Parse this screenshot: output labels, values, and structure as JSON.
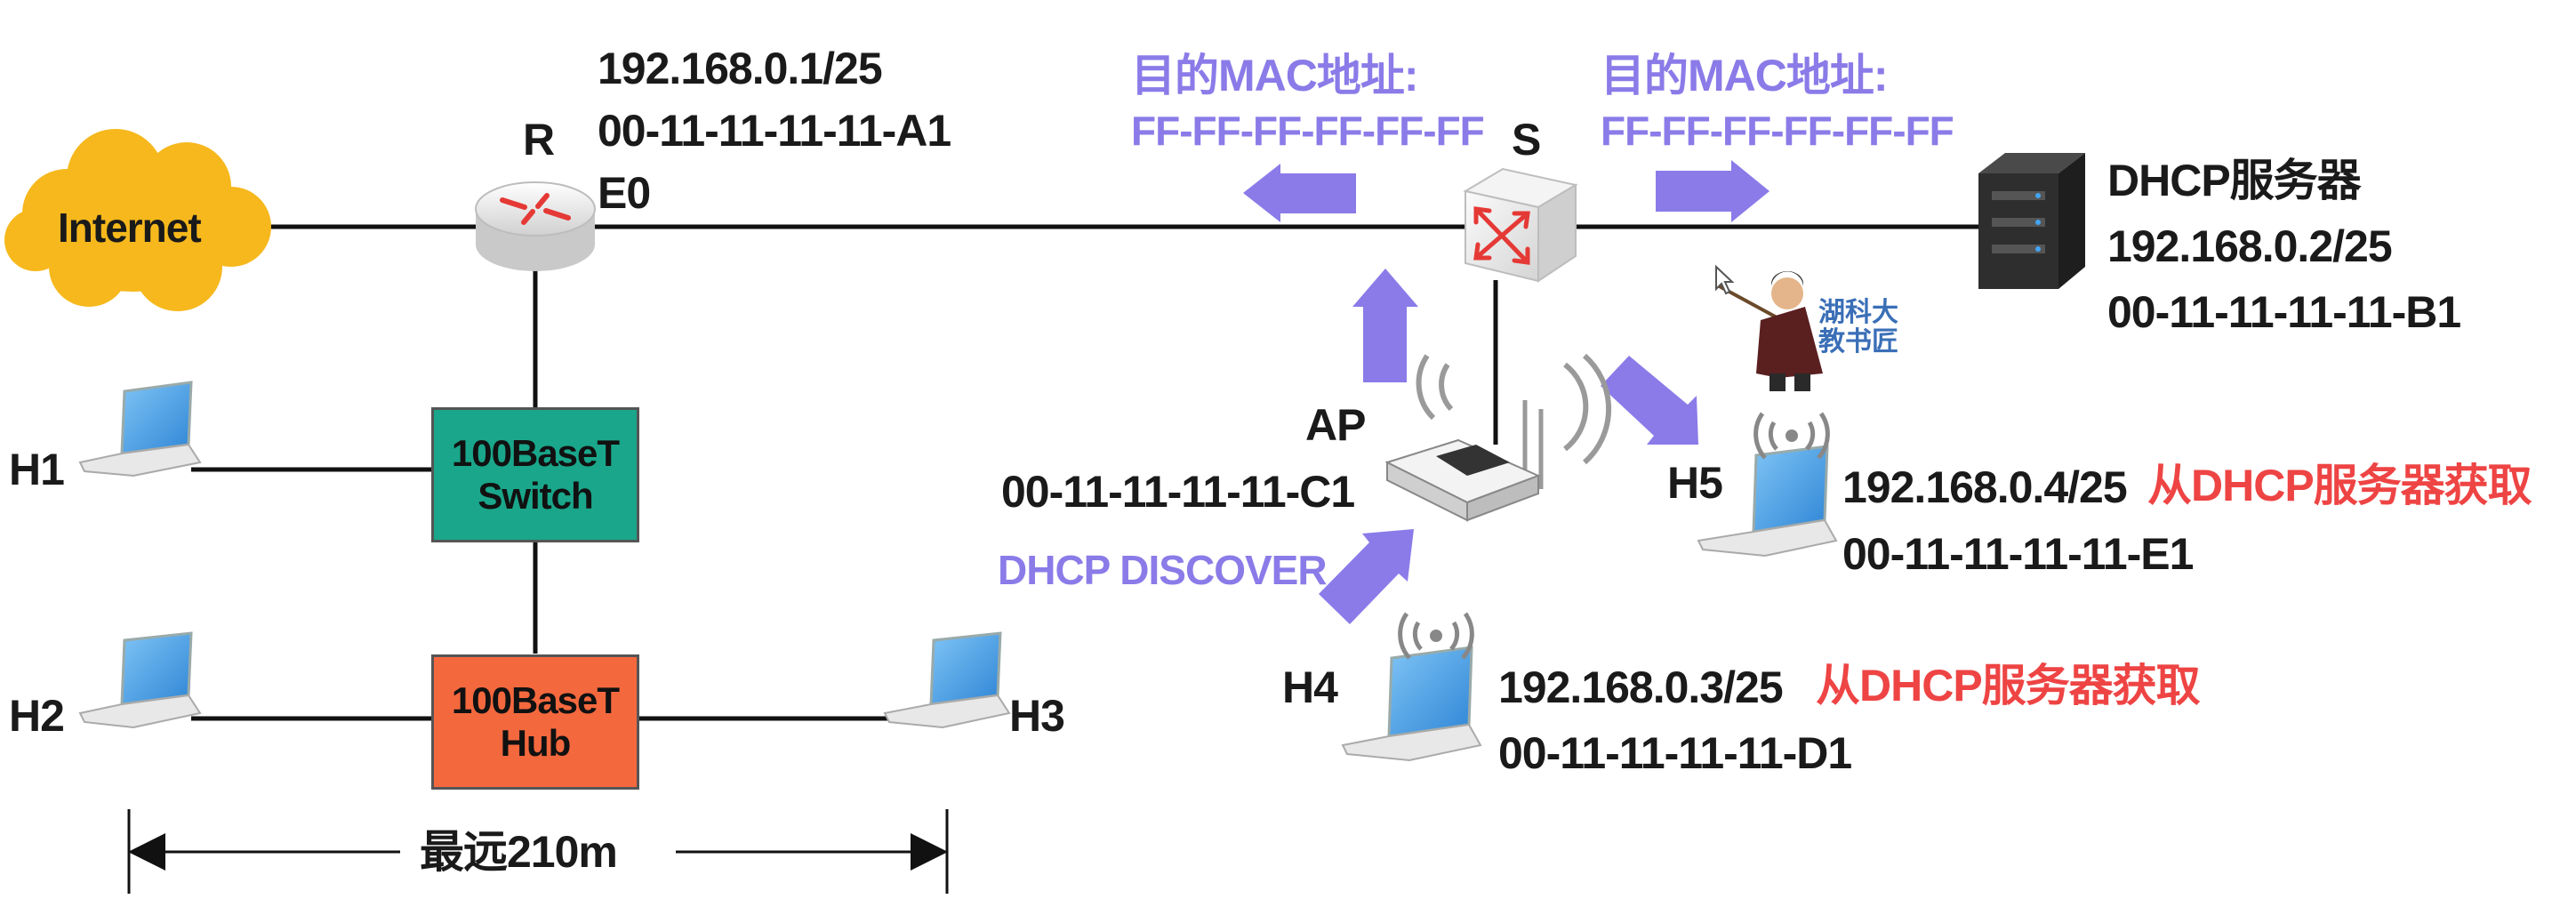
{
  "colors": {
    "line": "#111111",
    "cloud": "#f6b81c",
    "switch_box": "#1aa68a",
    "hub_box": "#f4683e",
    "arrow": "#8a7be8",
    "purple_text": "#8a7be8",
    "red_text": "#ee4444",
    "server": "#2a2a2a",
    "laptop_screen": "#3b95e0"
  },
  "internet": {
    "label": "Internet"
  },
  "router": {
    "name": "R",
    "ip": "192.168.0.1/25",
    "mac": "00-11-11-11-11-A1",
    "port": "E0"
  },
  "switch_s": {
    "name": "S"
  },
  "frame_left": {
    "title": "目的MAC地址:",
    "value": "FF-FF-FF-FF-FF-FF"
  },
  "frame_right": {
    "title": "目的MAC地址:",
    "value": "FF-FF-FF-FF-FF-FF"
  },
  "dhcp_server": {
    "name": "DHCP服务器",
    "ip": "192.168.0.2/25",
    "mac": "00-11-11-11-11-B1"
  },
  "lan_switch": {
    "label": "100BaseT\nSwitch"
  },
  "hub": {
    "label": "100BaseT\nHub"
  },
  "hosts": {
    "h1": "H1",
    "h2": "H2",
    "h3": "H3"
  },
  "ap": {
    "name": "AP",
    "mac": "00-11-11-11-11-C1"
  },
  "dhcp_discover": "DHCP DISCOVER",
  "h4": {
    "name": "H4",
    "ip": "192.168.0.3/25",
    "source": "从DHCP服务器获取",
    "mac": "00-11-11-11-11-D1"
  },
  "h5": {
    "name": "H5",
    "ip": "192.168.0.4/25",
    "source": "从DHCP服务器获取",
    "mac": "00-11-11-11-11-E1"
  },
  "distance": "最远210m",
  "watermark": {
    "line1": "湖科大",
    "line2": "教书匠"
  }
}
